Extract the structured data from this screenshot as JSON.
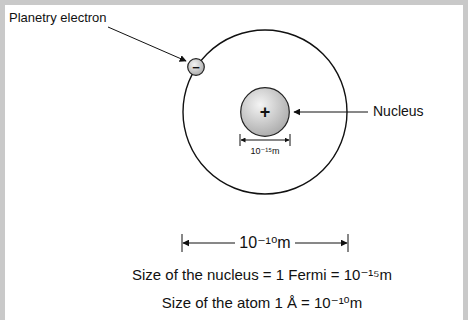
{
  "diagram": {
    "nodes": [
      {
        "text": [
          "+"
        ]
      },
      {
        "text": [
          "−"
        ]
      }
    ],
    "labels": [
      "Planetry electron",
      "Nucleus",
      "10⁻¹⁵m",
      "10⁻¹⁰m",
      "Size of the nucleus = 1 Fermi = 10⁻¹⁵m",
      "Size of the atom 1 Å = 10⁻¹⁰m"
    ]
  }
}
